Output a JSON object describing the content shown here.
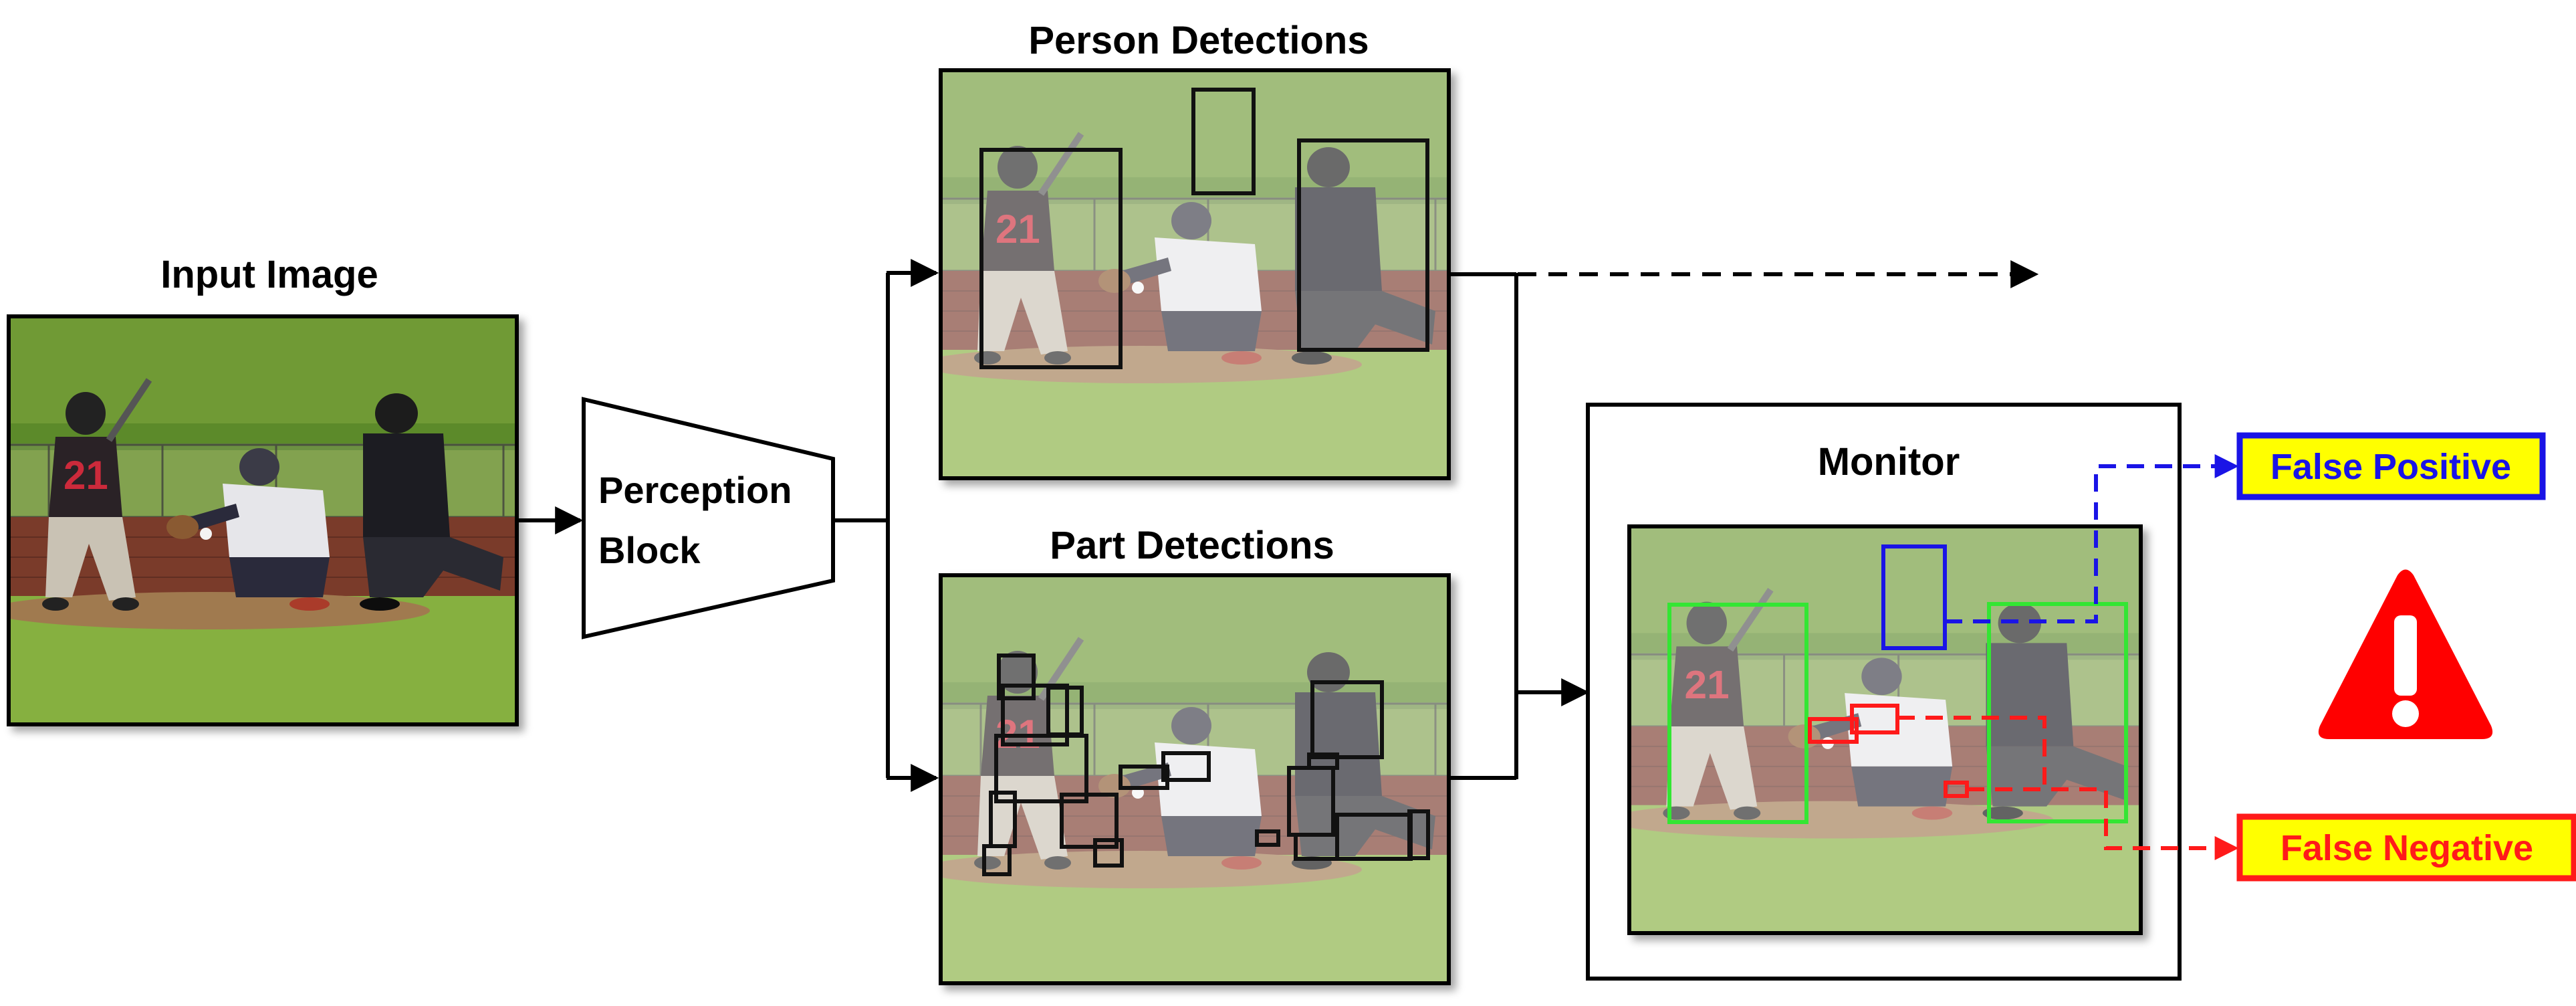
{
  "labels": {
    "input_image": "Input Image",
    "perception_line1": "Perception",
    "perception_line2": "Block",
    "person_detections": "Person Detections",
    "part_detections": "Part Detections",
    "monitor": "Monitor",
    "false_positive": "False Positive",
    "false_negative": "False Negative"
  },
  "icons": {
    "alert": "warning-triangle-icon",
    "photo": "baseball-scene-image"
  },
  "colors": {
    "false_positive_border": "#1a14e6",
    "false_positive_fill": "#ffff00",
    "false_negative_border": "#ff1a1a",
    "false_negative_fill": "#ffff00",
    "warning_red": "#ff0000",
    "monitor_person_box": "#33e633",
    "monitor_fp_box": "#1a14e6",
    "monitor_fn_box": "#ff1a1a"
  }
}
